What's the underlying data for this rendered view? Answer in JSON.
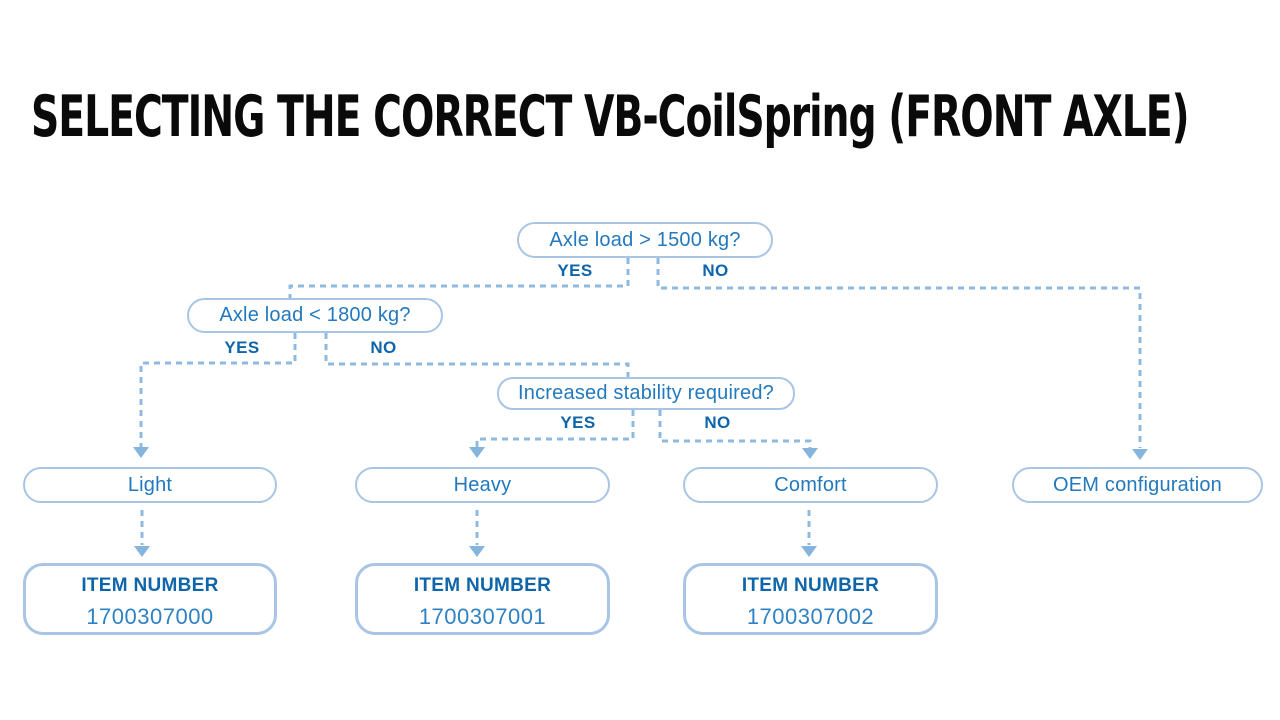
{
  "title": "SELECTING THE CORRECT VB-CoilSpring (FRONT AXLE)",
  "colors": {
    "bg": "#ffffff",
    "box-border": "#a8c5e5",
    "box-text": "#2379bd",
    "bold-blue": "#0e65a9",
    "dash": "#8fb9de",
    "arrow": "#85b4dc",
    "title": "#0a0a0a",
    "num": "#2e82c4"
  },
  "flowchart": {
    "decisions": [
      {
        "label": "Axle load > 1500 kg?",
        "yes_label": "YES",
        "no_label": "NO"
      },
      {
        "label": "Axle load < 1800 kg?",
        "yes_label": "YES",
        "no_label": "NO"
      },
      {
        "label": "Increased stability required?",
        "yes_label": "YES",
        "no_label": "NO"
      }
    ],
    "outcomes": [
      {
        "label": "Light"
      },
      {
        "label": "Heavy"
      },
      {
        "label": "Comfort"
      },
      {
        "label": "OEM configuration"
      }
    ],
    "item_boxes": [
      {
        "heading": "ITEM NUMBER",
        "number": "1700307000"
      },
      {
        "heading": "ITEM NUMBER",
        "number": "1700307001"
      },
      {
        "heading": "ITEM NUMBER",
        "number": "1700307002"
      }
    ]
  }
}
